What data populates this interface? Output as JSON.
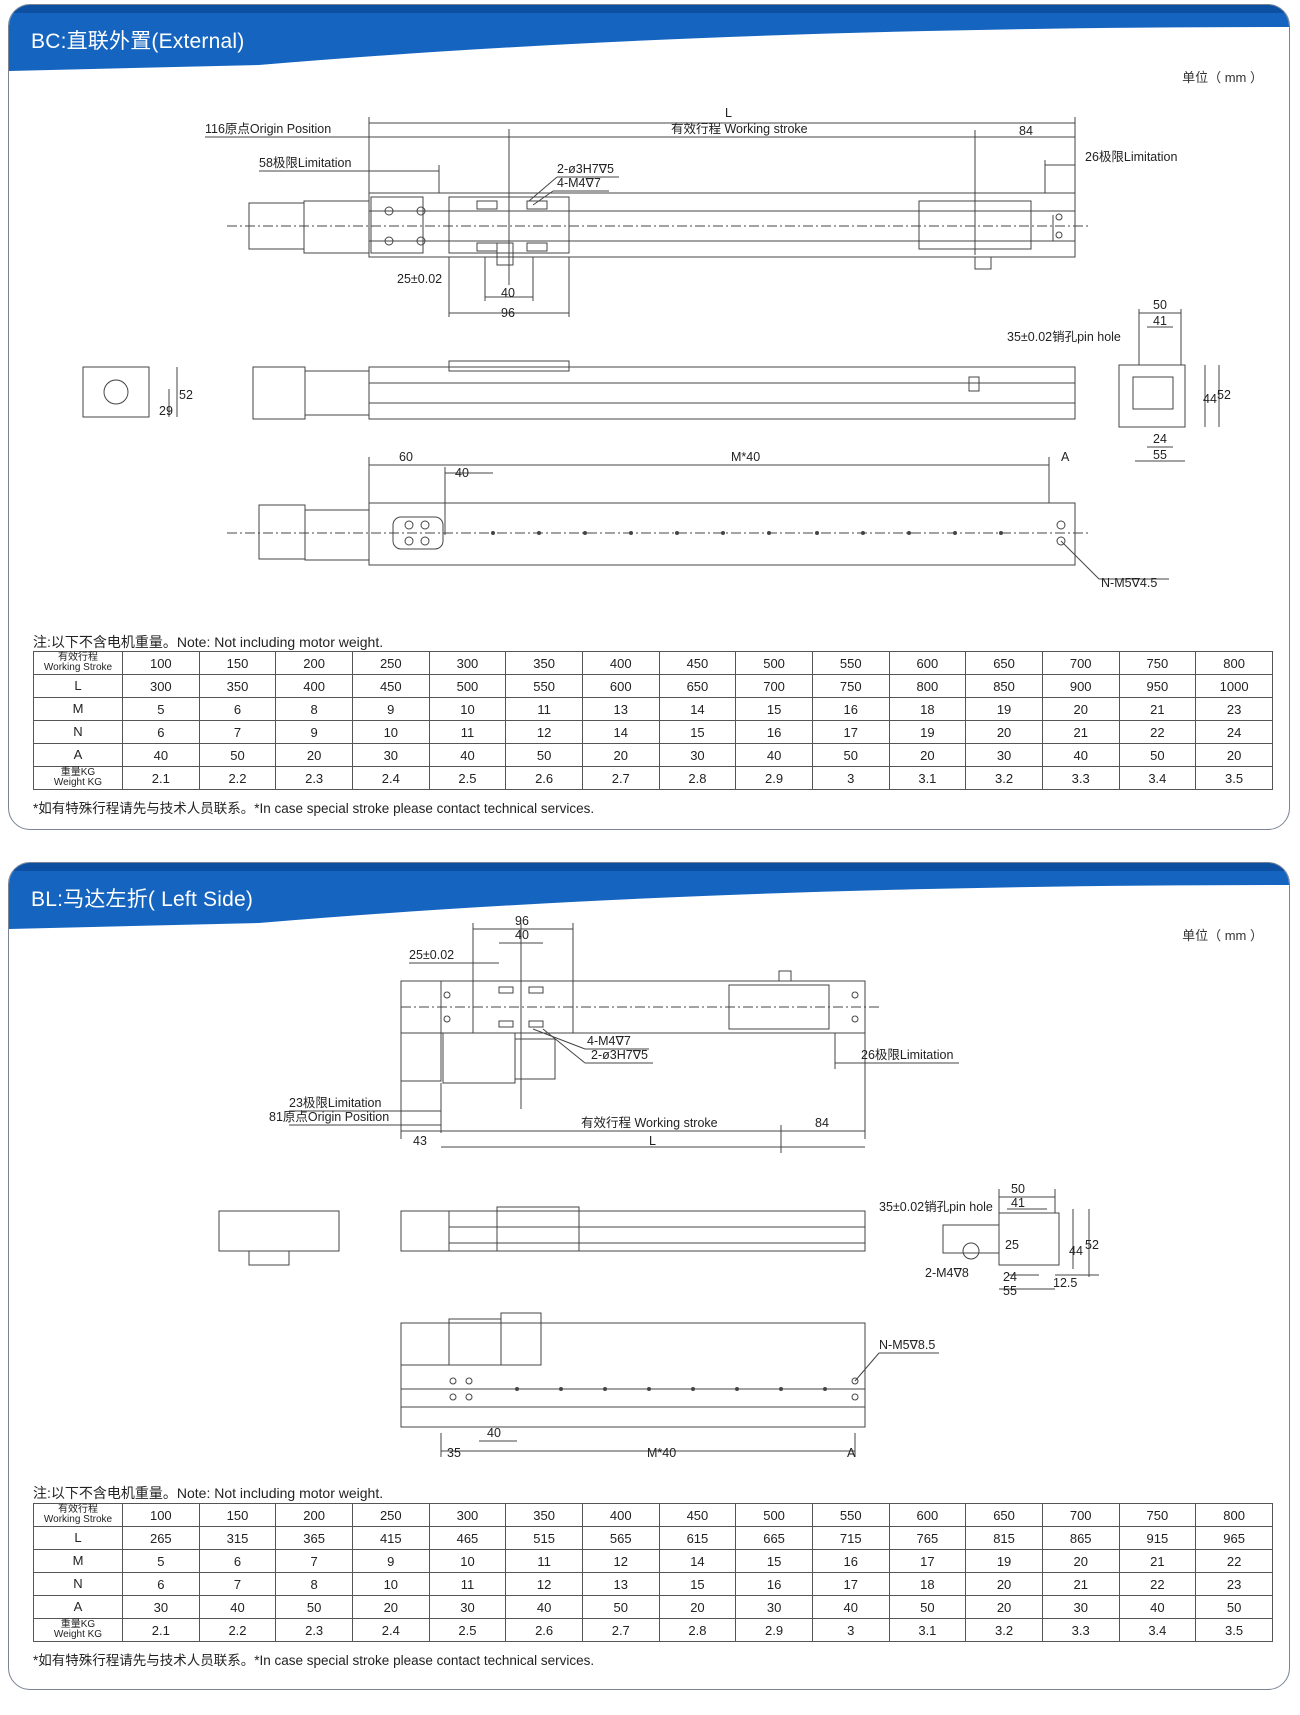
{
  "colors": {
    "header_blue": "#1565c0",
    "border": "#7a8494"
  },
  "sections": [
    {
      "title": "BC:直联外置(External)",
      "unit": "单位（ mm ）",
      "note": "注:以下不含电机重量。Note: Not including motor weight.",
      "footnote": "*如有特殊行程请先与技术人员联系。*In case special stroke please contact technical services.",
      "labels": {
        "origin": "116原点Origin Position",
        "lim1": "58极限Limitation",
        "L": "L",
        "stroke": "有效行程 Working stroke",
        "d84": "84",
        "lim2": "26极限Limitation",
        "pin": "2-ø3H7∇5",
        "m4": "4-M4∇7",
        "tol": "25±0.02",
        "d40": "40",
        "d96": "96",
        "d50": "50",
        "d41": "41",
        "pinhole": "35±0.02销孔pin hole",
        "d44": "44",
        "d52": "52",
        "d24": "24",
        "d55": "55",
        "d29": "29",
        "d52b": "52",
        "d60": "60",
        "d40b": "40",
        "m40": "M*40",
        "A": "A",
        "nm5": "N-M5∇4.5"
      },
      "table": {
        "rows": [
          {
            "label": [
              "有效行程",
              "Working Stroke"
            ],
            "values": [
              "100",
              "150",
              "200",
              "250",
              "300",
              "350",
              "400",
              "450",
              "500",
              "550",
              "600",
              "650",
              "700",
              "750",
              "800"
            ]
          },
          {
            "label": [
              "L"
            ],
            "values": [
              "300",
              "350",
              "400",
              "450",
              "500",
              "550",
              "600",
              "650",
              "700",
              "750",
              "800",
              "850",
              "900",
              "950",
              "1000"
            ]
          },
          {
            "label": [
              "M"
            ],
            "values": [
              "5",
              "6",
              "8",
              "9",
              "10",
              "11",
              "13",
              "14",
              "15",
              "16",
              "18",
              "19",
              "20",
              "21",
              "23"
            ]
          },
          {
            "label": [
              "N"
            ],
            "values": [
              "6",
              "7",
              "9",
              "10",
              "11",
              "12",
              "14",
              "15",
              "16",
              "17",
              "19",
              "20",
              "21",
              "22",
              "24"
            ]
          },
          {
            "label": [
              "A"
            ],
            "values": [
              "40",
              "50",
              "20",
              "30",
              "40",
              "50",
              "20",
              "30",
              "40",
              "50",
              "20",
              "30",
              "40",
              "50",
              "20"
            ]
          },
          {
            "label": [
              "重量KG",
              "Weight KG"
            ],
            "values": [
              "2.1",
              "2.2",
              "2.3",
              "2.4",
              "2.5",
              "2.6",
              "2.7",
              "2.8",
              "2.9",
              "3",
              "3.1",
              "3.2",
              "3.3",
              "3.4",
              "3.5"
            ]
          }
        ]
      }
    },
    {
      "title": "BL:马达左折( Left Side)",
      "unit": "单位（ mm ）",
      "note": "注:以下不含电机重量。Note: Not including motor weight.",
      "footnote": "*如有特殊行程请先与技术人员联系。*In case special stroke please contact technical services.",
      "labels": {
        "d96": "96",
        "d40": "40",
        "tol": "25±0.02",
        "m4": "4-M4∇7",
        "pin": "2-ø3H7∇5",
        "lim2": "26极限Limitation",
        "lim1": "23极限Limitation",
        "origin": "81原点Origin Position",
        "stroke": "有效行程 Working stroke",
        "d84": "84",
        "d43": "43",
        "L": "L",
        "d50": "50",
        "d41": "41",
        "pinhole": "35±0.02销孔pin hole",
        "d25": "25",
        "d44": "44",
        "d52": "52",
        "m48": "2-M4∇8",
        "d24": "24",
        "d125": "12.5",
        "d55": "55",
        "nm5": "N-M5∇8.5",
        "d35": "35",
        "d40b": "40",
        "m40": "M*40",
        "A": "A"
      },
      "table": {
        "rows": [
          {
            "label": [
              "有效行程",
              "Working Stroke"
            ],
            "values": [
              "100",
              "150",
              "200",
              "250",
              "300",
              "350",
              "400",
              "450",
              "500",
              "550",
              "600",
              "650",
              "700",
              "750",
              "800"
            ]
          },
          {
            "label": [
              "L"
            ],
            "values": [
              "265",
              "315",
              "365",
              "415",
              "465",
              "515",
              "565",
              "615",
              "665",
              "715",
              "765",
              "815",
              "865",
              "915",
              "965"
            ]
          },
          {
            "label": [
              "M"
            ],
            "values": [
              "5",
              "6",
              "7",
              "9",
              "10",
              "11",
              "12",
              "14",
              "15",
              "16",
              "17",
              "19",
              "20",
              "21",
              "22"
            ]
          },
          {
            "label": [
              "N"
            ],
            "values": [
              "6",
              "7",
              "8",
              "10",
              "11",
              "12",
              "13",
              "15",
              "16",
              "17",
              "18",
              "20",
              "21",
              "22",
              "23"
            ]
          },
          {
            "label": [
              "A"
            ],
            "values": [
              "30",
              "40",
              "50",
              "20",
              "30",
              "40",
              "50",
              "20",
              "30",
              "40",
              "50",
              "20",
              "30",
              "40",
              "50"
            ]
          },
          {
            "label": [
              "重量KG",
              "Weight KG"
            ],
            "values": [
              "2.1",
              "2.2",
              "2.3",
              "2.4",
              "2.5",
              "2.6",
              "2.7",
              "2.8",
              "2.9",
              "3",
              "3.1",
              "3.2",
              "3.3",
              "3.4",
              "3.5"
            ]
          }
        ]
      }
    }
  ]
}
